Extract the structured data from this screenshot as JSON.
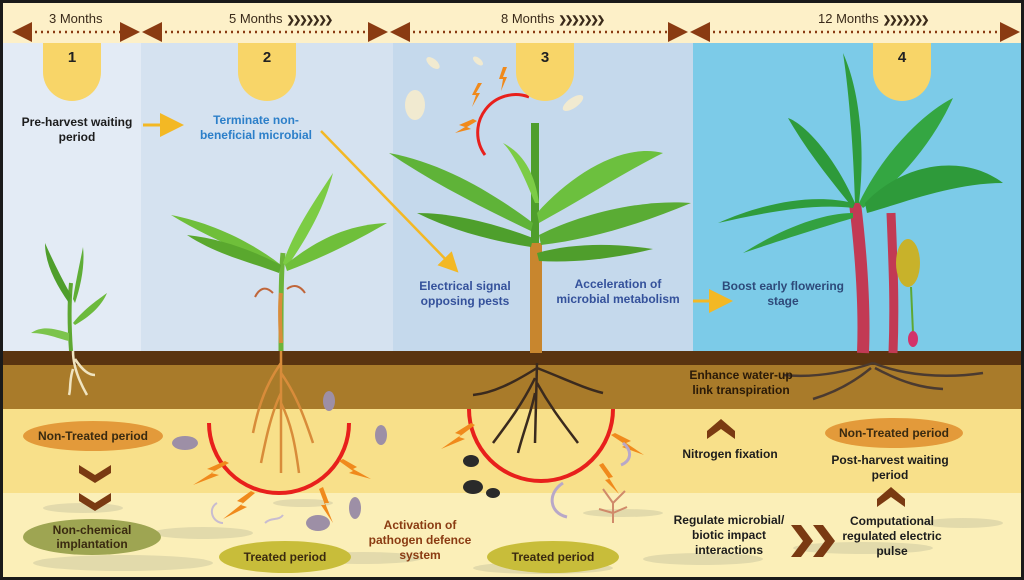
{
  "timeline": {
    "stages": [
      {
        "number": "1",
        "duration": "3 Months",
        "has_chevrons": false
      },
      {
        "number": "2",
        "duration": "5 Months",
        "has_chevrons": true
      },
      {
        "number": "3",
        "duration": "8 Months",
        "has_chevrons": true
      },
      {
        "number": "4",
        "duration": "12 Months",
        "has_chevrons": true
      }
    ],
    "chevrons": "❯❯❯❯❯❯❯"
  },
  "above_ground": {
    "pre_harvest": "Pre-harvest waiting period",
    "terminate": "Terminate non-beneficial microbial",
    "electrical_signal": "Electrical signal opposing pests",
    "acceleration": "Acceleration of microbial metabolism",
    "boost_flowering": "Boost early flowering stage"
  },
  "below_ground": {
    "non_treated_left": "Non-Treated period",
    "non_chemical": "Non-chemical implantation",
    "treated_1": "Treated period",
    "activation": "Activation of pathogen defence system",
    "treated_2": "Treated period",
    "enhance_water": "Enhance water-up link transpiration",
    "nitrogen": "Nitrogen fixation",
    "regulate": "Regulate microbial/ biotic impact interactions",
    "non_treated_right": "Non-Treated period",
    "post_harvest": "Post-harvest waiting period",
    "computational": "Computational regulated electric pulse"
  },
  "colors": {
    "header_band": "#fdf0c8",
    "arrow_brown": "#8a3b12",
    "stage_circle": "#f8d568",
    "panel1_bg": "#e3ebf5",
    "panel2_bg": "#d5e2f0",
    "panel3_bg": "#c5d9ec",
    "panel4_bg": "#7ccbe8",
    "topsoil": "#5a3410",
    "soil_mid": "#a97b2a",
    "soil_light": "#f8e08a",
    "soil_pale": "#fbefb8",
    "treated_pill": "#c8bd3a",
    "non_treated_pill": "#e39a3a",
    "field_pill": "#9ea552",
    "electric_ring": "#e8201c",
    "bolt": "#f08a1c",
    "yellow_arrow": "#f3b824"
  }
}
